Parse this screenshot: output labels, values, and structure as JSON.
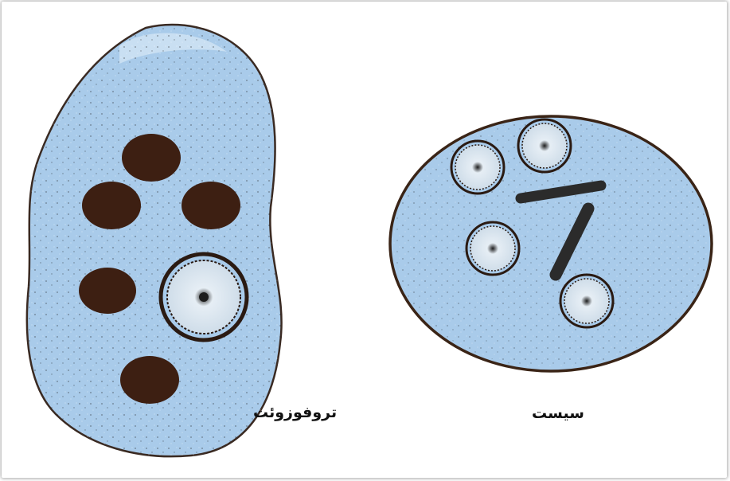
{
  "labels": {
    "trophozoite": "تروفوزوئت",
    "cyst": "سیست"
  },
  "colors": {
    "cytoplasm": "#a9cbea",
    "cytoplasm_light": "#c9dff2",
    "nucleus_dark": "#3d1f12",
    "outline": "#2a1a12",
    "vacuole_inner": "#d6e4ef"
  },
  "counts": {
    "trophozoite_dark_nuclei": 5,
    "trophozoite_ring_nuclei": 1,
    "cyst_ring_nuclei": 4,
    "cyst_chromatoid_bodies": 2
  }
}
